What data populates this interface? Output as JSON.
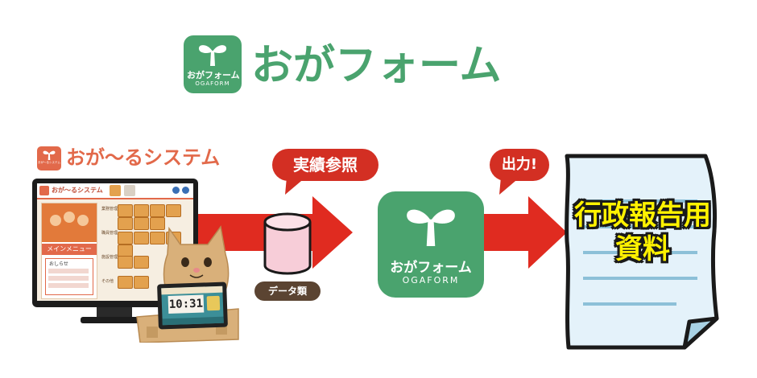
{
  "header": {
    "logo_jp": "おがフォーム",
    "logo_en": "OGAFORM",
    "title": "おがフォーム",
    "brand_green": "#4aa36e"
  },
  "source_system": {
    "badge_text": "おが～るシステム",
    "title": "おが～るシステム",
    "brand_color": "#e2694a",
    "screen": {
      "header_title": "おが～るシステム",
      "main_menu": "メインメニュー",
      "notice_heading": "おしらせ",
      "section_labels": [
        "業務管理",
        "職員管理",
        "施設管理",
        "その他"
      ]
    },
    "tablet_clock": "10:31"
  },
  "flow": {
    "lookup_callout": "実績参照",
    "data_label": "データ類",
    "output_callout": "出力!",
    "arrow_color": "#e02b20",
    "callout_color": "#d32f23"
  },
  "center_app": {
    "label_jp": "おがフォーム",
    "label_en": "OGAFORM"
  },
  "document": {
    "line1": "行政報告用",
    "line2": "資料",
    "title_color": "#fff200"
  },
  "icons": [
    "sprout-icon",
    "monitor-icon",
    "cat-stand-icon",
    "tablet-icon",
    "database-icon",
    "arrow-right-icon",
    "document-icon"
  ]
}
